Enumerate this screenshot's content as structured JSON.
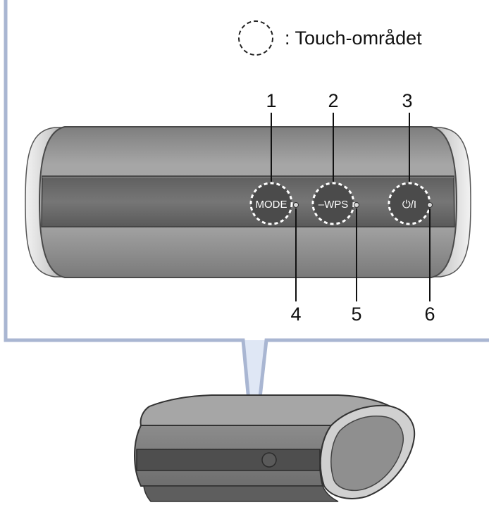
{
  "legend": {
    "text": ": Touch-området"
  },
  "controls": [
    {
      "number": "1",
      "label": "MODE"
    },
    {
      "number": "2",
      "label": "–WPS"
    },
    {
      "number": "3",
      "label": "⏻/I"
    }
  ],
  "indicators": [
    {
      "number": "4"
    },
    {
      "number": "5"
    },
    {
      "number": "6"
    }
  ],
  "colors": {
    "frame": "#a9b6d2",
    "body": "#9c9c9c",
    "band": "#6d6d6d",
    "end_cap": "#c9c9c9"
  }
}
